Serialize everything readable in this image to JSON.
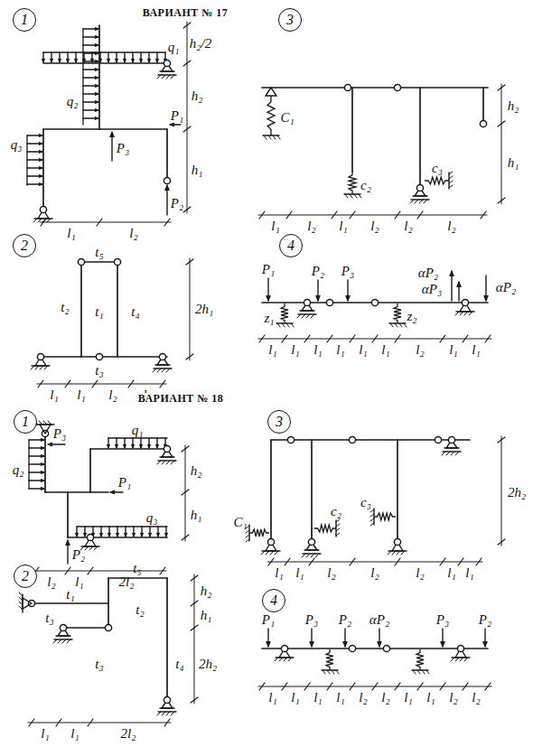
{
  "diagram": {
    "nodes": [
      {
        "text": [
          "1"
        ]
      },
      {
        "text": [
          "3"
        ]
      },
      {
        "text": [
          "2"
        ]
      },
      {
        "text": [
          "4"
        ]
      },
      {
        "text": [
          "1"
        ]
      },
      {
        "text": [
          "3"
        ]
      },
      {
        "text": [
          "2"
        ]
      },
      {
        "text": [
          "4"
        ]
      }
    ],
    "labels": [
      "ВАРИАНТ № 17",
      "q₁",
      "q₂",
      "P₃",
      "P₁",
      "q₃",
      "P₂",
      "h₂/2",
      "h₂",
      "h₁",
      "l₁",
      "l₂",
      "C₁",
      "c₂",
      "c₃",
      "h₂",
      "h₁",
      "l₁",
      "l₂",
      "l₁",
      "l₂",
      "l₂",
      "l₂",
      "t₅",
      "t₂",
      "t₁",
      "t₄",
      "t₃",
      "2h₁",
      "l₁",
      "l₁",
      "l₂",
      "l₁",
      "P₁",
      "P₂",
      "P₃",
      "αP₂",
      "αP₃",
      "αP₂",
      "z₁",
      "z₂",
      "l₁",
      "l₁",
      "l₁",
      "l₁",
      "l₁",
      "l₁",
      "l₂",
      "l₁",
      "l₁",
      "ВАРИАНТ № 18",
      "P₃",
      "q₂",
      "q₁",
      "P₁",
      "q₃",
      "P₂",
      "h₂",
      "h₁",
      "l₂",
      "l₁",
      "2l₂",
      "C₁",
      "c₂",
      "c₃",
      "2h₂",
      "l₁",
      "l₁",
      "l₂",
      "l₂",
      "l₂",
      "l₁",
      "l₁",
      "t₁",
      "t₃",
      "t₂",
      "t₅",
      "t₃",
      "t₄",
      "h₂",
      "h₁",
      "2h₂",
      "l₁",
      "l₁",
      "2l₂",
      "P₁",
      "P₃",
      "P₂",
      "αP₂",
      "P₃",
      "P₂",
      "l₁",
      "l₁",
      "l₁",
      "l₁",
      "l₂",
      "l₂",
      "l₁",
      "l₁",
      "l₂",
      "l₂"
    ]
  }
}
